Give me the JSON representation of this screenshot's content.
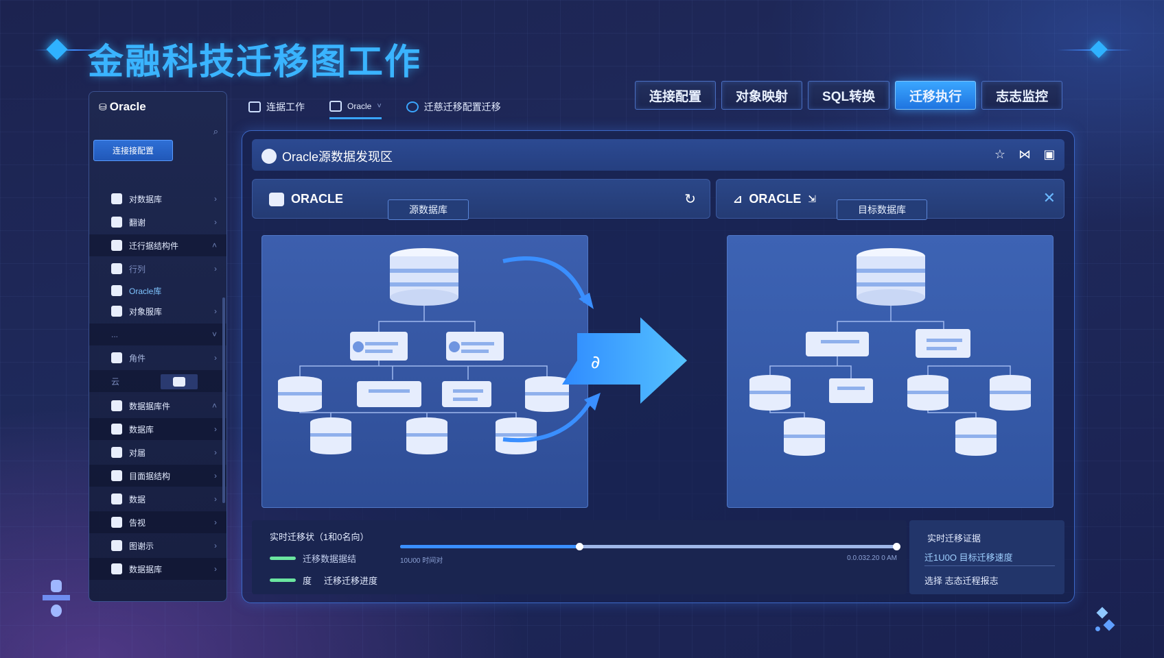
{
  "app_title": "金融科技迁移图工作",
  "top_nav": [
    {
      "label": "连接配置",
      "active": false
    },
    {
      "label": "对象映射",
      "active": false
    },
    {
      "label": "SQL转换",
      "active": false
    },
    {
      "label": "迁移执行",
      "active": true
    },
    {
      "label": "志志监控",
      "active": false
    }
  ],
  "sidebar": {
    "logo": "Oracle",
    "connect_button": "连接接配置",
    "items": [
      {
        "label": "对数据库",
        "icon": "database-icon"
      },
      {
        "label": "翻谢",
        "icon": "database-icon"
      },
      {
        "label": "迁行据结构件",
        "icon": "database-icon"
      },
      {
        "label": "行列",
        "icon": "users-icon"
      },
      {
        "label": "Oracle库",
        "icon": "stack-icon"
      },
      {
        "label": "对象服库",
        "icon": "network-icon"
      },
      {
        "label": "...",
        "icon": ""
      },
      {
        "label": "角件",
        "icon": "building-icon"
      },
      {
        "label": "云",
        "icon": "cloud-icon"
      },
      {
        "label": "数据据库件",
        "icon": "database-icon"
      },
      {
        "label": "数据库",
        "icon": "export-icon"
      },
      {
        "label": "对届",
        "icon": "user-icon"
      },
      {
        "label": "目面据结构",
        "icon": "database-icon"
      },
      {
        "label": "数据",
        "icon": "archive-icon"
      },
      {
        "label": "告视",
        "icon": "clipboard-icon"
      },
      {
        "label": "图谢示",
        "icon": "document-icon"
      },
      {
        "label": "数据据库",
        "icon": "database-icon"
      }
    ]
  },
  "sub_tabs": [
    {
      "label": "连据工作",
      "icon": "table-icon"
    },
    {
      "label": "Oracle",
      "icon": "briefcase-icon"
    },
    {
      "label": "迁慈迁移配置迁移",
      "icon": "gear-icon"
    }
  ],
  "panel": {
    "title": "Oracle源数据发现区",
    "source": {
      "name": "ORACLE",
      "tag": "源数据库"
    },
    "target": {
      "name": "ORACLE",
      "tag": "目标数据库"
    }
  },
  "progress": {
    "title": "实时迁移状（1和0名向）",
    "row1_label": "迁移数据据结",
    "row2_prefix": "度",
    "row2_label": "迁移迁移进度",
    "left_value": "10U00 时间对",
    "right_value": "0.0.032.20 0 AM",
    "fraction": 0.36,
    "side_title": "实时迁移证据",
    "side_line1": "迁1U0O 目标迁移速度",
    "side_line2": "选择 志态迁程报志"
  },
  "colors": {
    "accent": "#3aa6ff",
    "progress_green": "#6be5a0"
  }
}
